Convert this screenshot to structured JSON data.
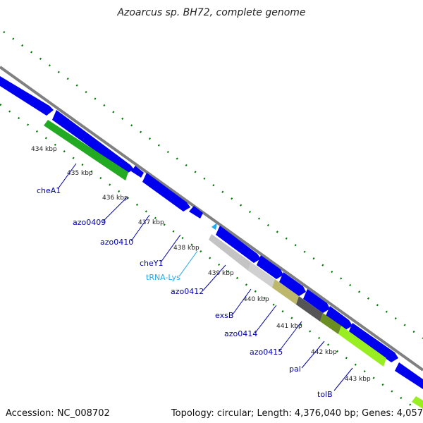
{
  "title": "Azoarcus sp. BH72, complete genome",
  "accession": "Accession: NC_008702",
  "topology": "Topology: circular; Length: 4,376,040 bp; Genes: 4,057",
  "colors": {
    "backbone": "#808080",
    "cds_blue": "#0000ee",
    "tick_green": "#007700",
    "label_blue": "#0000aa",
    "label_trna": "#22aaee"
  },
  "kbp_labels": [
    "434 kbp",
    "435 kbp",
    "436 kbp",
    "437 kbp",
    "438 kbp",
    "439 kbp",
    "440 kbp",
    "441 kbp",
    "442 kbp",
    "443 kbp"
  ],
  "gene_labels": [
    {
      "name": "cheA1",
      "color": "#0000aa",
      "fill": "#22aa22"
    },
    {
      "name": "azo0409",
      "color": "#0000aa",
      "fill": "#0000ee"
    },
    {
      "name": "azo0410",
      "color": "#0000aa",
      "fill": "#0000ee"
    },
    {
      "name": "cheY1",
      "color": "#0000aa",
      "fill": "#0000ee"
    },
    {
      "name": "tRNA-Lys",
      "color": "#22aaee",
      "fill": "#22aaee"
    },
    {
      "name": "azo0412",
      "color": "#0000aa",
      "fill": "#bbbbbb"
    },
    {
      "name": "exsB",
      "color": "#0000aa",
      "fill": "#c8c8c8"
    },
    {
      "name": "azo0414",
      "color": "#0000aa",
      "fill": "#bdb76b"
    },
    {
      "name": "azo0415",
      "color": "#0000aa",
      "fill": "#555555"
    },
    {
      "name": "pal",
      "color": "#0000aa",
      "fill": "#6b8e23"
    },
    {
      "name": "tolB",
      "color": "#0000aa",
      "fill": "#99ee22"
    }
  ]
}
